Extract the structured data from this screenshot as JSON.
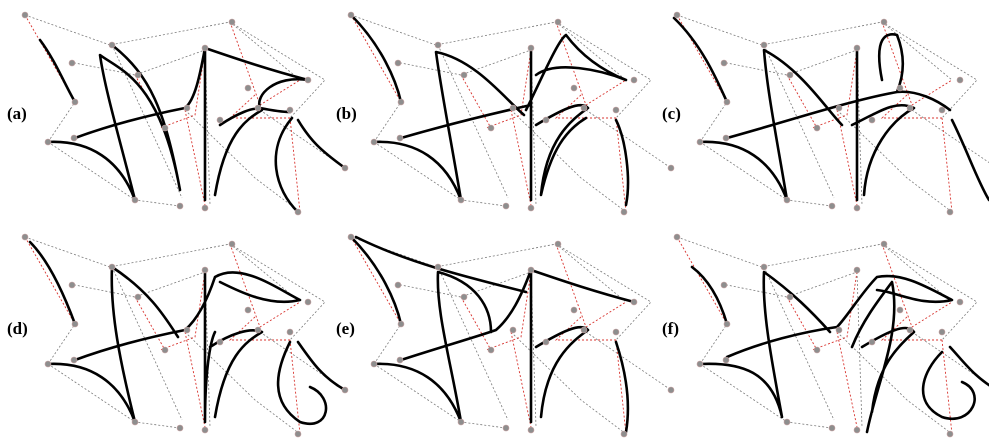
{
  "figure": {
    "panels": [
      {
        "id": "a",
        "label": "(a)"
      },
      {
        "id": "b",
        "label": "(b)"
      },
      {
        "id": "c",
        "label": "(c)"
      },
      {
        "id": "d",
        "label": "(d)"
      },
      {
        "id": "e",
        "label": "(e)"
      },
      {
        "id": "f",
        "label": "(f)"
      }
    ]
  },
  "colors": {
    "curve": "#000000",
    "guide_gray": "#7a7a7a",
    "guide_red": "#d8332e",
    "control_point": "#8e8e8e"
  }
}
